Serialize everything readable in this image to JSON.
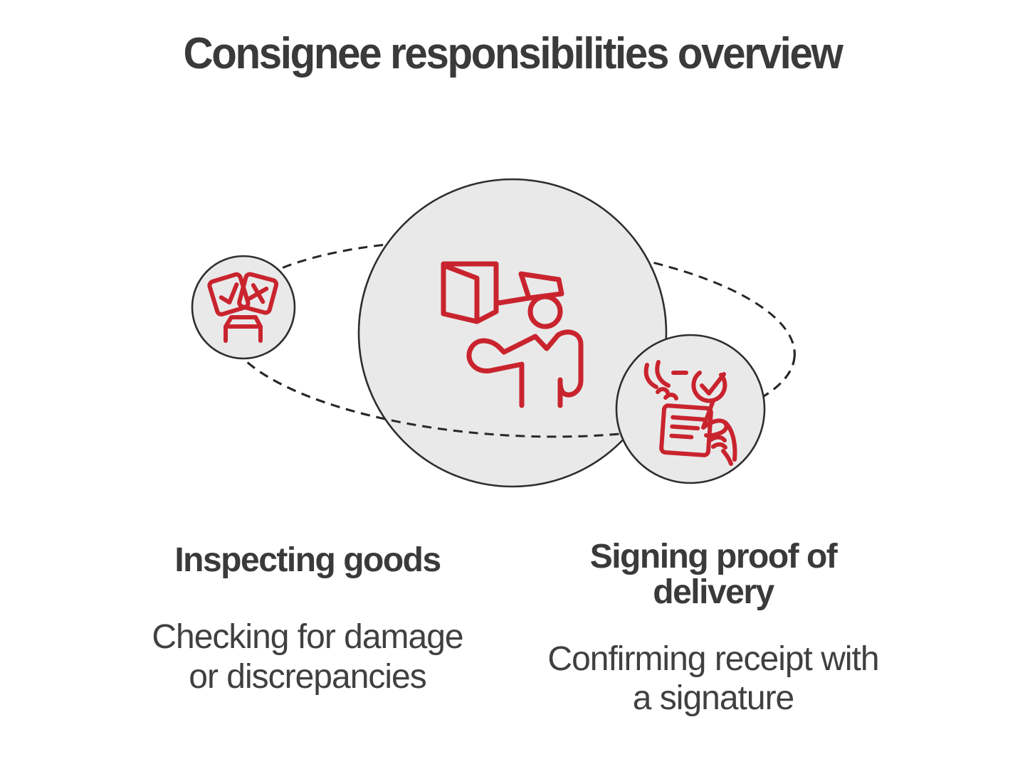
{
  "title": "Consignee responsibilities overview",
  "sections": [
    {
      "heading": "Inspecting goods",
      "heading_lines": [
        "Inspecting goods"
      ],
      "description": "Checking for damage or discrepancies",
      "description_lines": [
        "Checking for damage",
        "or discrepancies"
      ]
    },
    {
      "heading": "Signing proof of delivery",
      "heading_lines": [
        "Signing proof of",
        "delivery"
      ],
      "description": "Confirming receipt with a signature",
      "description_lines": [
        "Confirming receipt with",
        "a signature"
      ]
    }
  ],
  "diagram": {
    "icons": [
      {
        "name": "inspection-cards-icon",
        "meaning": "two inspection cards with check and cross above a table"
      },
      {
        "name": "courier-with-package-icon",
        "meaning": "delivery officer with cap beside an open package"
      },
      {
        "name": "signed-document-icon",
        "meaning": "hands signing a document with a check mark"
      }
    ],
    "colors": {
      "icon_red": "#c9242e",
      "circle_fill": "#e9e9e9",
      "circle_outline": "#2e2e2e",
      "orbit_dash": "#282828",
      "heading_text": "#3a3a3a",
      "body_text": "#404040"
    }
  }
}
